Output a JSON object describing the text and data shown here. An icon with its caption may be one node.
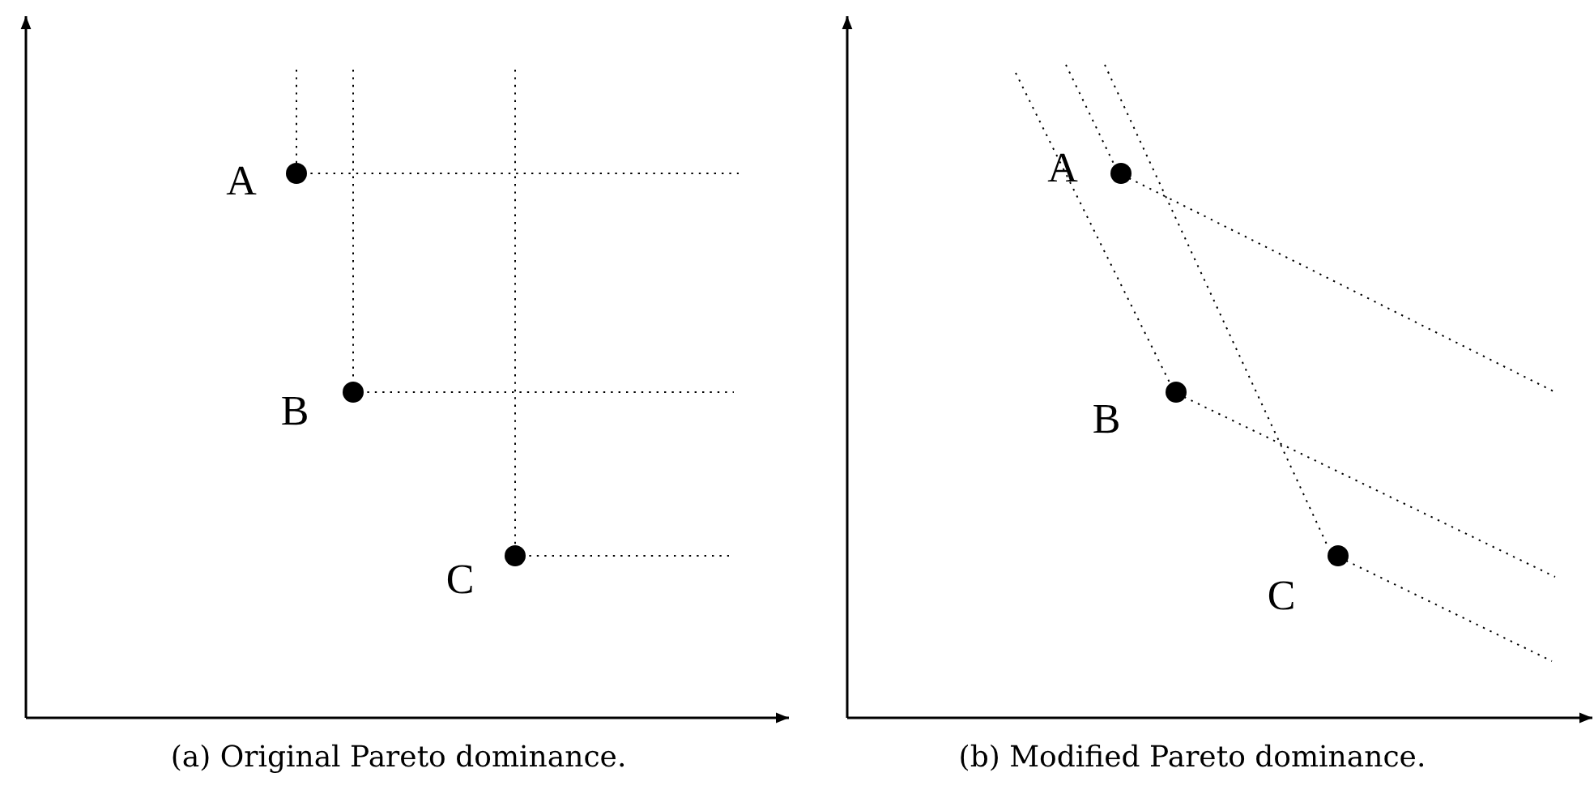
{
  "diagram": {
    "labels": [
      "A",
      "B",
      "C",
      "(a) Original Pareto dominance.",
      "A",
      "B",
      "C",
      "(b) Modified Pareto dominance."
    ]
  }
}
